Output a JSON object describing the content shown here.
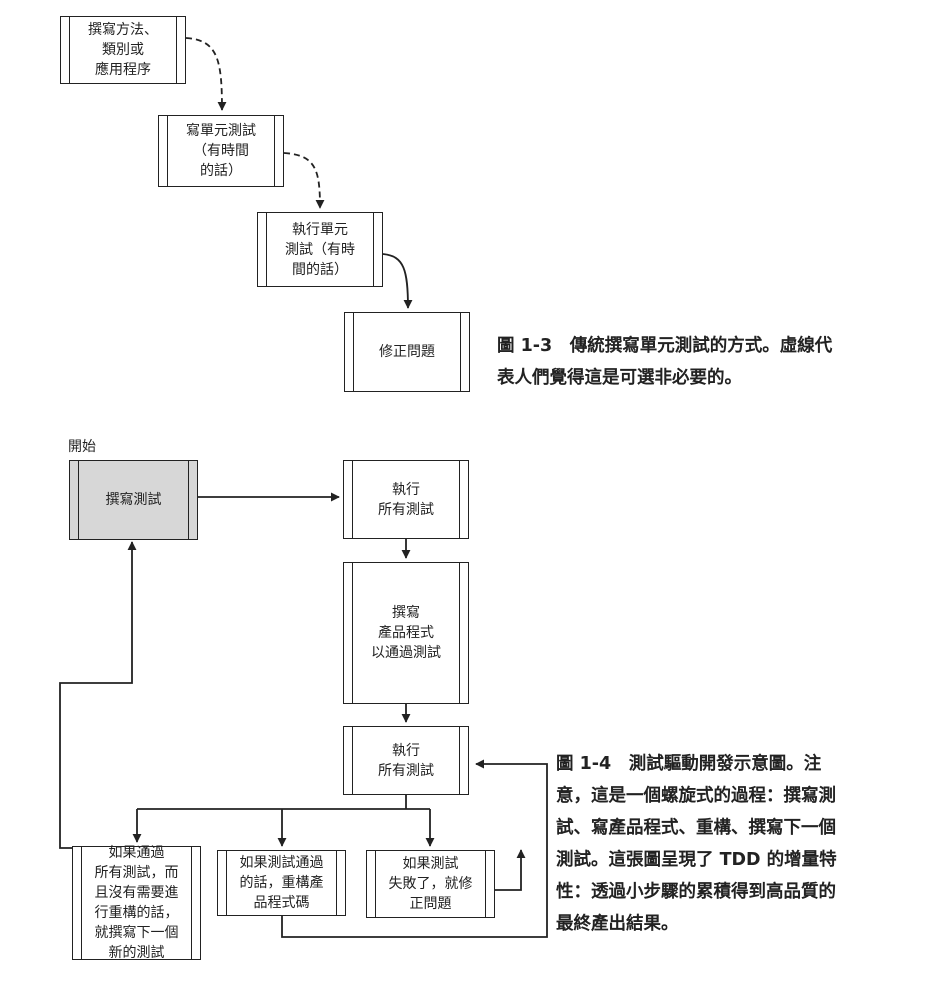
{
  "figure_1_3": {
    "nodes": {
      "write_method": "撰寫方法、\n類別或\n應用程序",
      "write_unit_test": "寫單元測試\n（有時間\n的話）",
      "run_unit_test": "執行單元\n測試（有時\n間的話）",
      "fix_problem": "修正問題"
    },
    "caption": "圖 1-3　傳統撰寫單元測試的方式。虛線代\n表人們覺得這是可選非必要的。"
  },
  "figure_1_4": {
    "start_label": "開始",
    "nodes": {
      "write_test": "撰寫測試",
      "run_all_tests_1": "執行\n所有測試",
      "write_production_code": "撰寫\n產品程式\n以通過測試",
      "run_all_tests_2": "執行\n所有測試",
      "if_pass_no_refactor": "如果通過\n所有測試，而\n且沒有需要進\n行重構的話，\n就撰寫下一個\n新的測試",
      "if_pass_refactor": "如果測試通過\n的話，重構產\n品程式碼",
      "if_fail_fix": "如果測試\n失敗了，就修\n正問題"
    },
    "caption": "圖 1-4　測試驅動開發示意圖。注\n意，這是一個螺旋式的過程：撰寫測\n試、寫產品程式、重構、撰寫下一個\n測試。這張圖呈現了 TDD 的增量特\n性：透過小步驟的累積得到高品質的\n最終產出結果。"
  },
  "colors": {
    "line": "#222222",
    "shaded_box": "#d7d7d7"
  }
}
